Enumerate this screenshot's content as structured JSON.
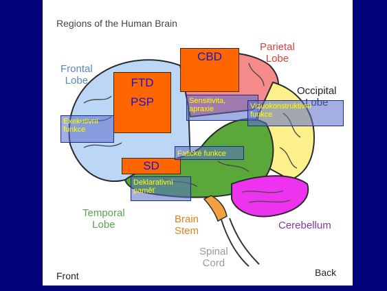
{
  "title": "Regions of the Human Brain",
  "lobes": {
    "frontal": "Frontal\nLobe",
    "parietal": "Parietal\nLobe",
    "occipital": "Occipital\nLobe",
    "temporal": "Temporal\nLobe",
    "brain_stem": "Brain\nStem",
    "spinal_cord": "Spinal\nCord",
    "cerebellum": "Cerebellum"
  },
  "footer": {
    "front": "Front",
    "back": "Back"
  },
  "orange_labels": {
    "cbd": "CBD",
    "ftd": "FTD",
    "psp": "PSP",
    "sd": "SD"
  },
  "function_labels": {
    "sensitivita": "Sensitivita,\napraxie",
    "vizuo": "Vizuokonstruktivní\nfunkce",
    "exekutivni": "Exekutivní\nfunkce",
    "faticke": "Fatické funkce",
    "deklarativni": "Deklarativní\npaměť"
  },
  "colors": {
    "frame": "#04047a",
    "orange_box": "#ff6600",
    "orange_text": "#1515d0",
    "blue_box": "#5a6ec8",
    "blue_box_text": "#ffff00"
  }
}
